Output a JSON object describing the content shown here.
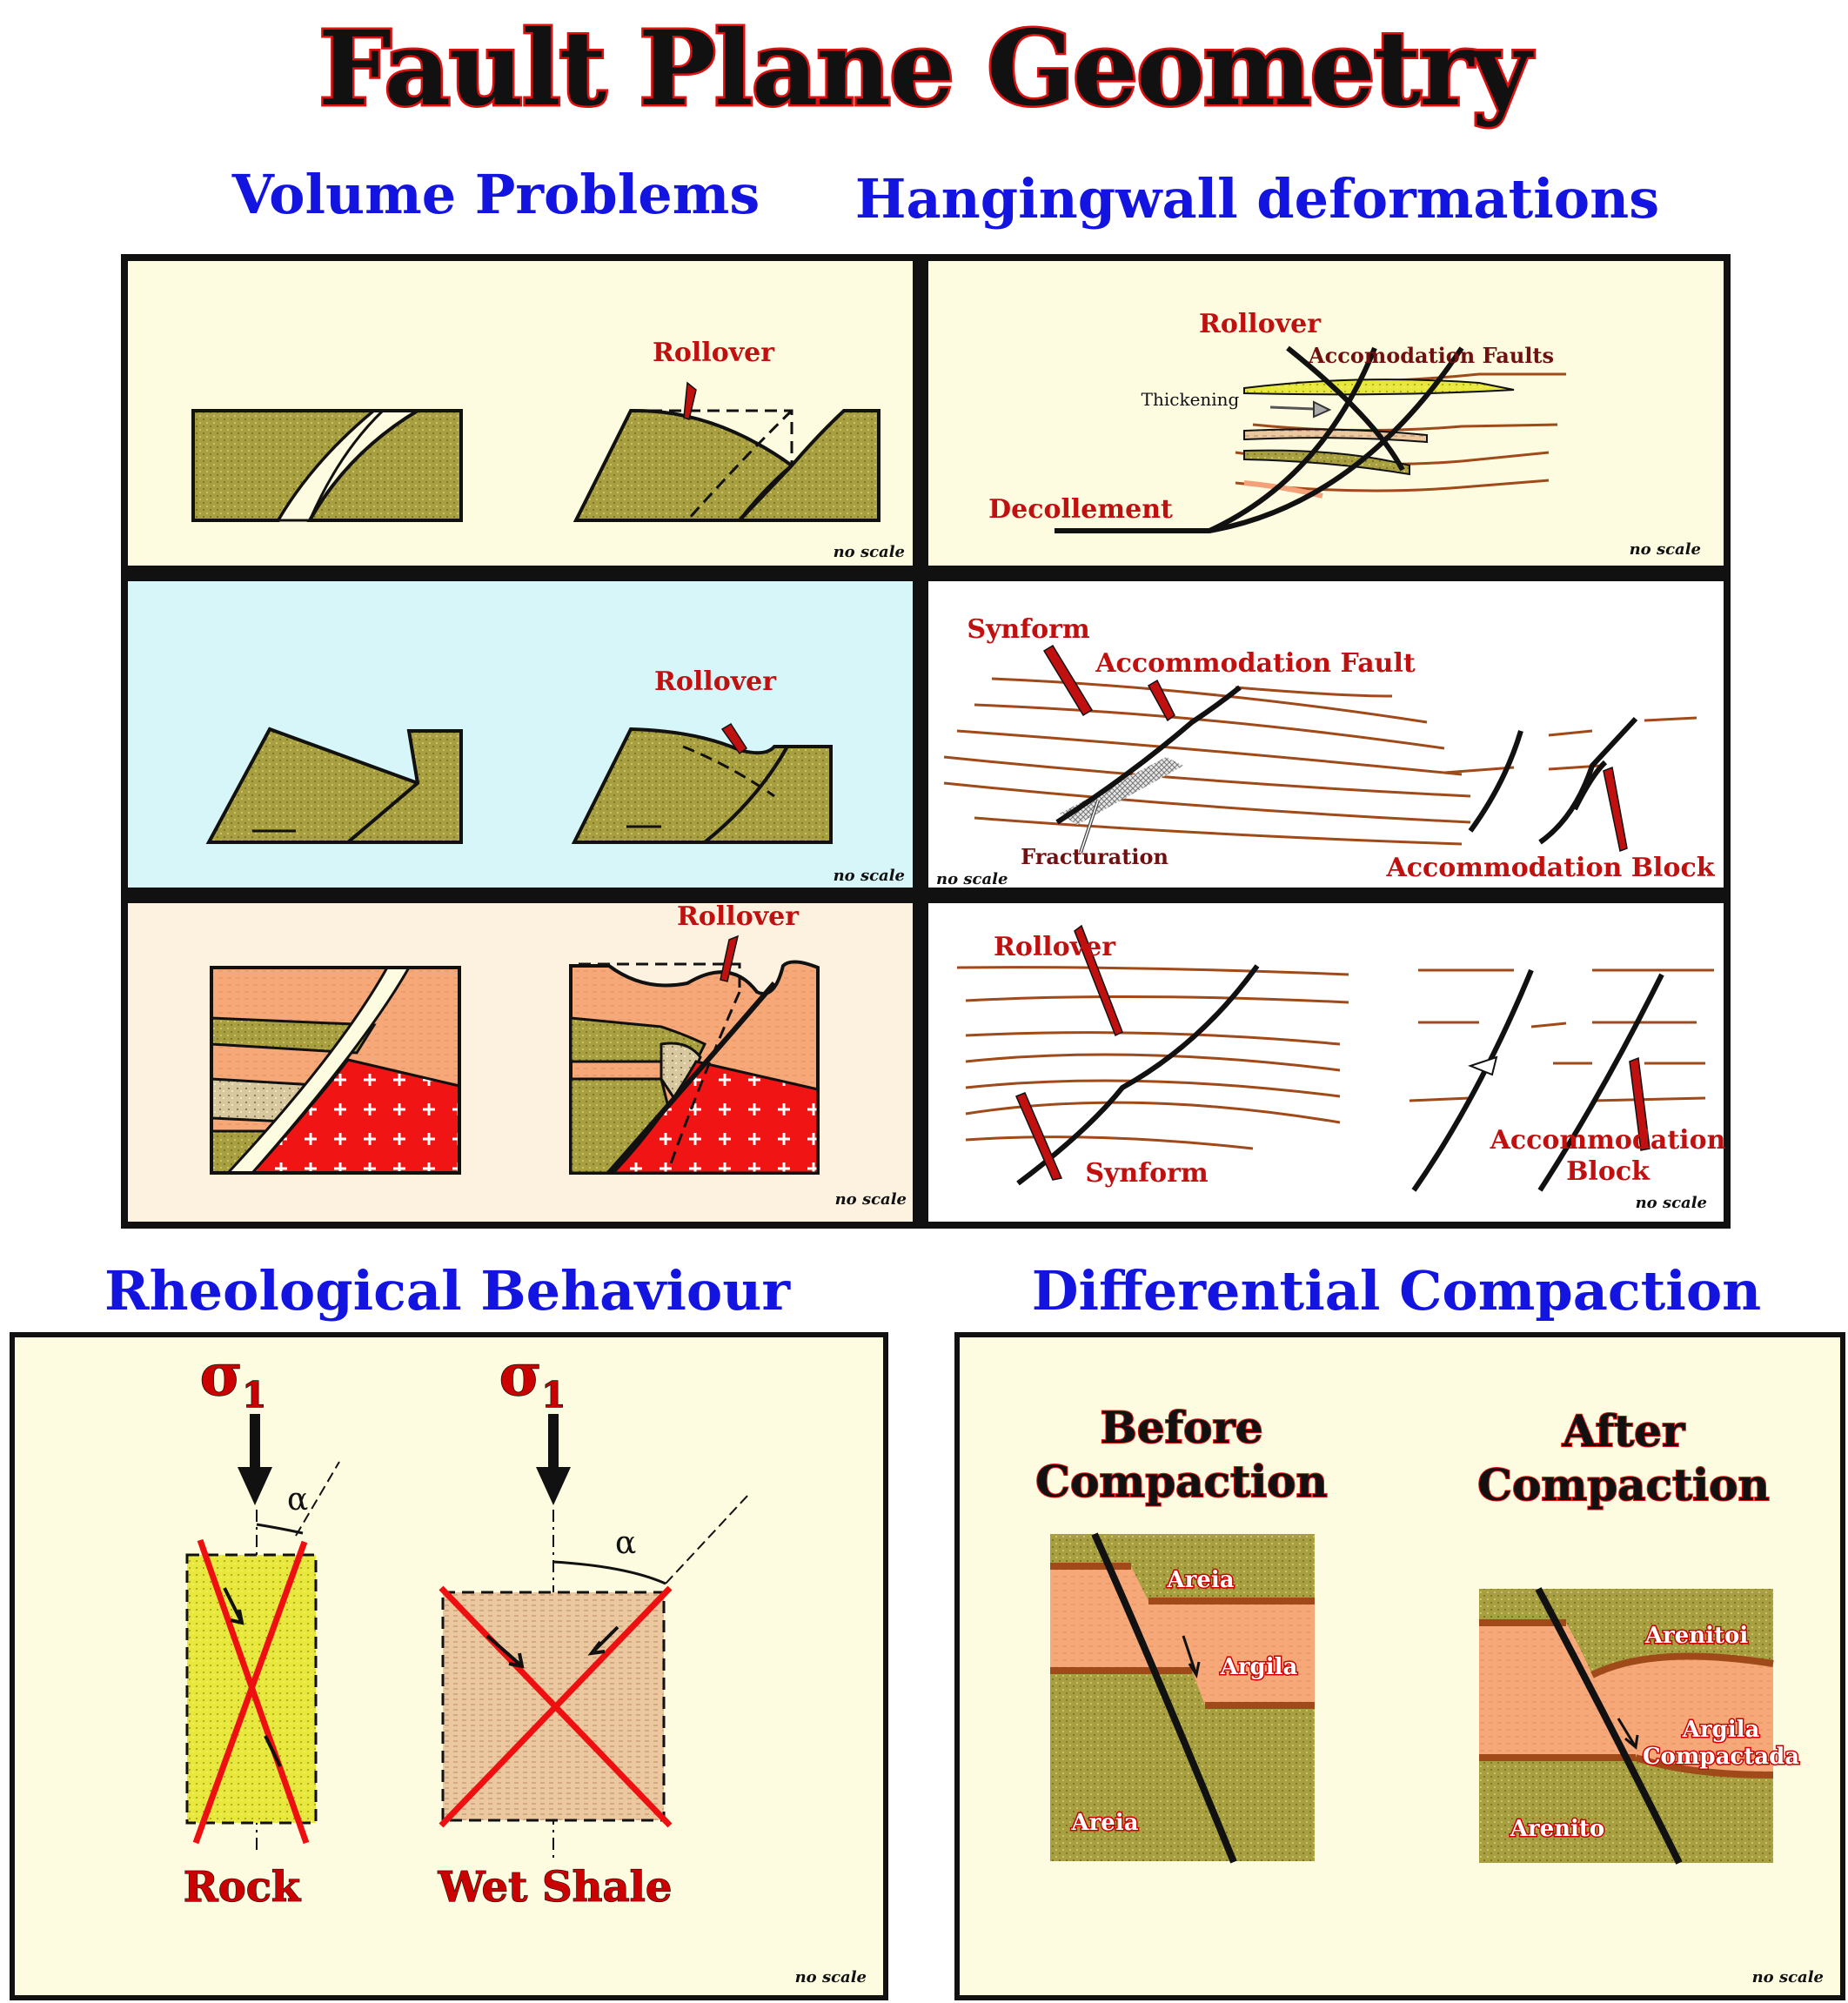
{
  "title": "Fault Plane Geometry",
  "sections": {
    "volume_problems": "Volume Problems",
    "hangingwall_deformations": "Hangingwall deformations",
    "rheological_behaviour": "Rheological Behaviour",
    "differential_compaction": "Differential Compaction"
  },
  "labels": {
    "rollover": "Rollover",
    "accomodation_faults": "Accomodation Faults",
    "thickening": "Thickening",
    "decollement": "Decollement",
    "synform": "Synform",
    "accommodation_fault": "Accommodation Fault",
    "fracturation": "Fracturation",
    "accommodation_block": "Accommodation Block",
    "accommodation_block_line1": "Accommodation",
    "accommodation_block_line2": "Block",
    "no_scale": "no scale"
  },
  "rheology": {
    "sigma": "σ",
    "sigma_sub": "1",
    "alpha": "α",
    "rock": "Rock",
    "wet_shale": "Wet Shale"
  },
  "compaction": {
    "before_line1": "Before",
    "before_line2": "Compaction",
    "after_line1": "After",
    "after_line2": "Compaction",
    "areia_top": "Areia",
    "argila": "Argila",
    "areia_bottom": "Areia",
    "arenitoi": "Arenitoi",
    "argila_compactada_line1": "Argila",
    "argila_compactada_line2": "Compactada",
    "arenito": "Arenito"
  },
  "colors": {
    "olive": "#a8a040",
    "cream": "#fdfbe0",
    "light_blue": "#d6f6fa",
    "peach": "#fdf2e0",
    "salmon": "#f6a878",
    "red": "#f01010",
    "yellow": "#f0f040",
    "tan": "#e8c8a0",
    "brown_line": "#a04a1a"
  }
}
